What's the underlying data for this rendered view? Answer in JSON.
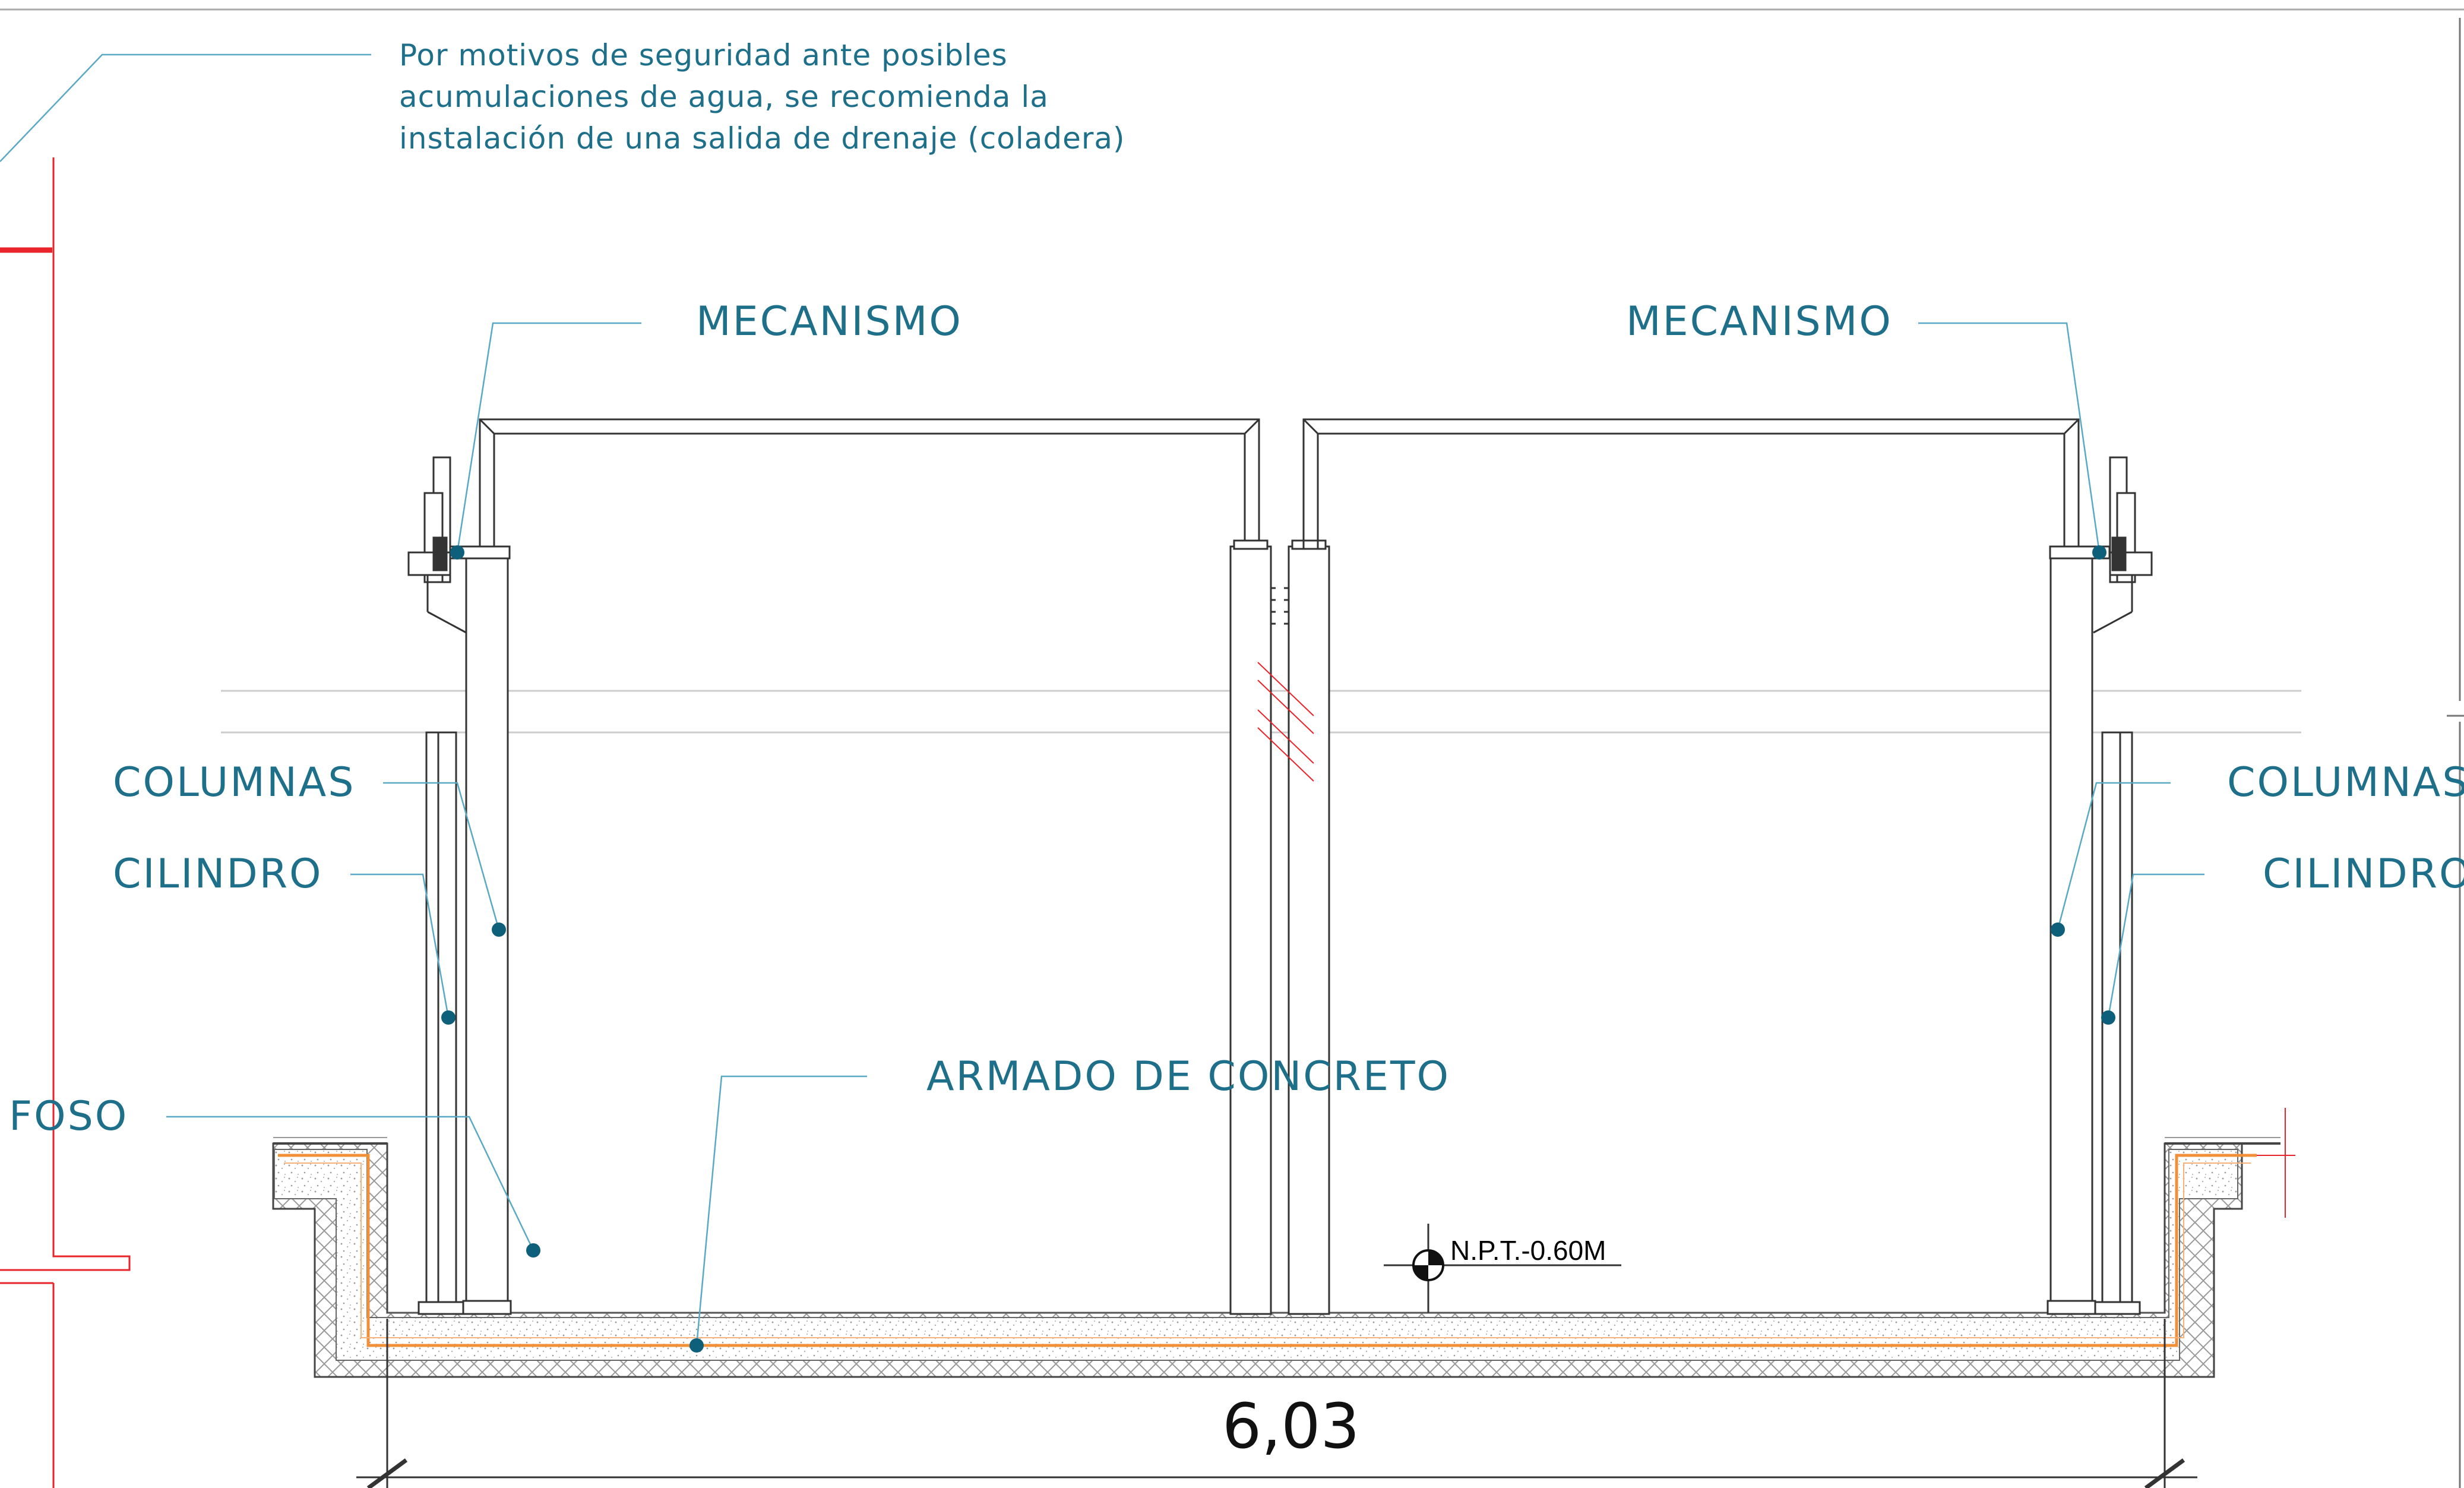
{
  "note": {
    "line1": "Por motivos de seguridad ante posibles",
    "line2": "acumulaciones de agua, se recomienda la",
    "line3": "instalación de una salida de drenaje (coladera)"
  },
  "labels": {
    "mecanismo_left": "MECANISMO",
    "mecanismo_right": "MECANISMO",
    "columnas_left": "COLUMNAS",
    "columnas_right": "COLUMNAS",
    "cilindro_left": "CILINDRO",
    "cilindro_right": "CILINDRO",
    "foso": "FOSO",
    "armado": "ARMADO DE CONCRETO"
  },
  "level_mark": "N.P.T.-0.60M",
  "dimension": "6,03",
  "colors": {
    "label": "#1d6f8a",
    "leader": "#5aa9c4",
    "rebar": "#f0913a",
    "break_line": "#e8232a",
    "lines": "#333333"
  }
}
